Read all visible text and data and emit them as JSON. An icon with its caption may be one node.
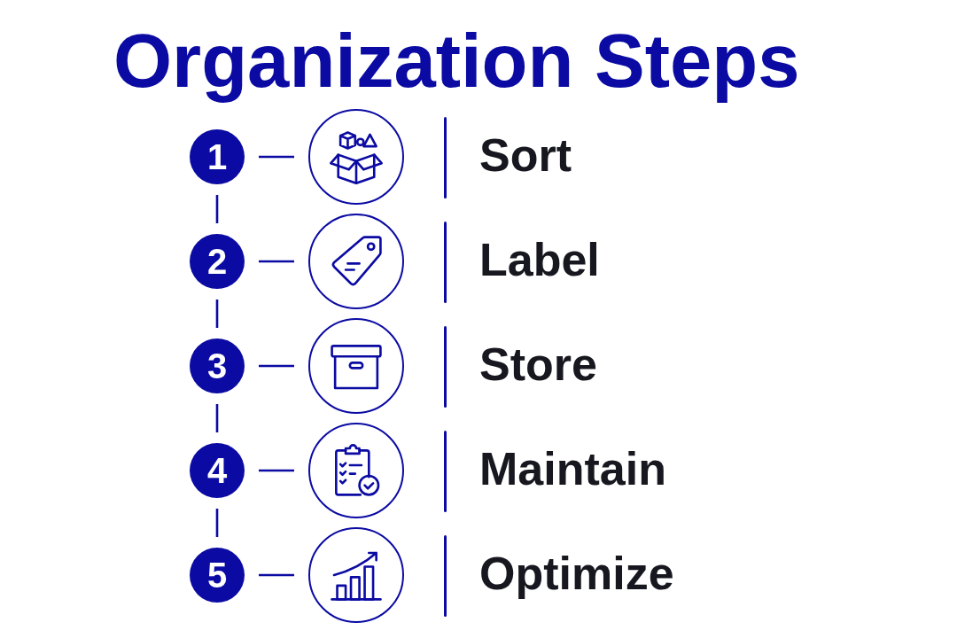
{
  "diagram": {
    "title": "Organization Steps",
    "nodes": [
      {
        "text": [
          "1"
        ]
      },
      {
        "text": [],
        "shape": "circle",
        "beside": [
          "Sort"
        ]
      },
      {
        "text": [
          "2"
        ]
      },
      {
        "text": [],
        "shape": "circle",
        "beside": [
          "Label"
        ]
      },
      {
        "text": [
          "3"
        ]
      },
      {
        "text": [],
        "shape": "circle",
        "beside": [
          "Store"
        ]
      },
      {
        "text": [
          "4"
        ]
      },
      {
        "text": [],
        "shape": "circle",
        "beside": [
          "Maintain"
        ]
      },
      {
        "text": [
          "5"
        ]
      },
      {
        "text": [],
        "shape": "circle",
        "beside": [
          "Optimize"
        ]
      }
    ],
    "edges": [
      {
        "from": 0,
        "to": 1,
        "arrow": "none"
      },
      {
        "from": 0,
        "to": 2,
        "arrow": "none"
      },
      {
        "from": 2,
        "to": 3,
        "arrow": "none"
      },
      {
        "from": 2,
        "to": 4,
        "arrow": "none"
      },
      {
        "from": 4,
        "to": 5,
        "arrow": "none"
      },
      {
        "from": 4,
        "to": 6,
        "arrow": "none"
      },
      {
        "from": 6,
        "to": 7,
        "arrow": "none"
      },
      {
        "from": 6,
        "to": 8,
        "arrow": "none"
      },
      {
        "from": 8,
        "to": 9,
        "arrow": "none"
      }
    ]
  }
}
